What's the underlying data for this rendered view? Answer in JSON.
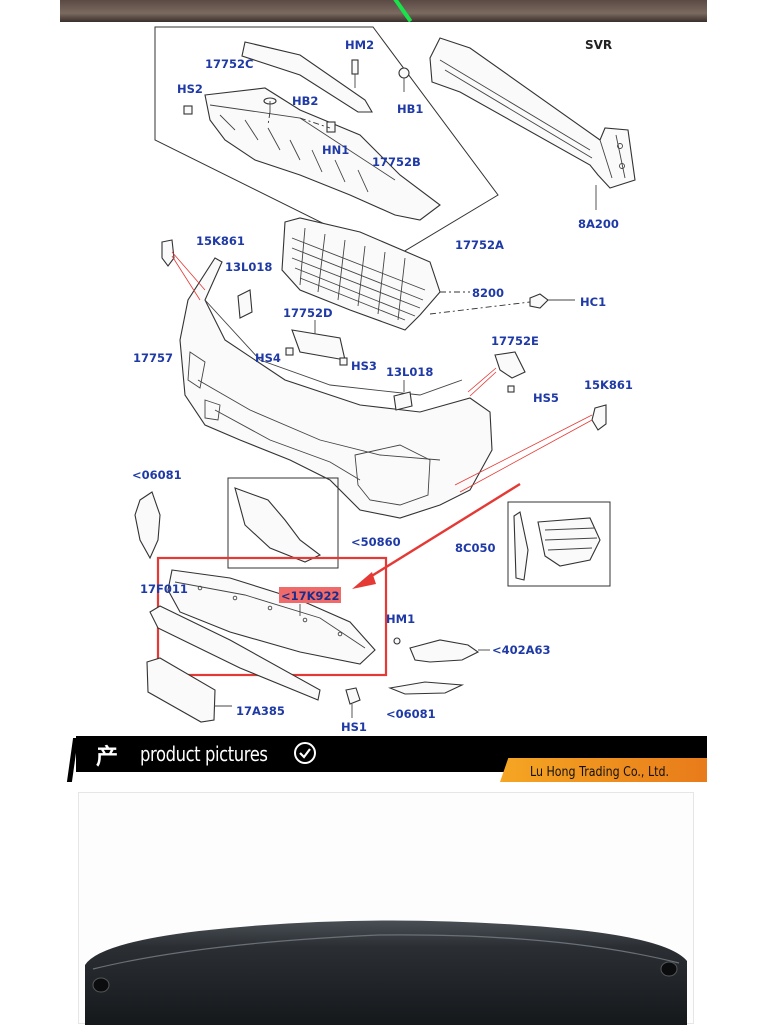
{
  "labels": {
    "svr": "SVR",
    "p17752C": "17752C",
    "hm2": "HM2",
    "hs2": "HS2",
    "hb2": "HB2",
    "hb1": "HB1",
    "hn1": "HN1",
    "p17752B": "17752B",
    "p17752A": "17752A",
    "p8A200": "8A200",
    "p15K861_top": "15K861",
    "p13L018_top": "13L018",
    "p8200": "8200",
    "hc1": "HC1",
    "p17752D": "17752D",
    "p17757": "17757",
    "hs4": "HS4",
    "hs3": "HS3",
    "p17752E": "17752E",
    "p13L018_mid": "13L018",
    "hs5": "HS5",
    "p15K861_right": "15K861",
    "p06081_top": "<06081",
    "p50860": "<50860",
    "p8C050": "8C050",
    "p17F011": "17F011",
    "p17K922": "<17K922",
    "hm1": "HM1",
    "p402A63": "<402A63",
    "p17A385": "17A385",
    "p06081_bottom": "<06081",
    "hs1": "HS1"
  },
  "banner": {
    "chinese": "产",
    "title": "product pictures",
    "company": "Lu Hong Trading Co., Ltd."
  },
  "colors": {
    "label_blue": "#1f3aa6",
    "highlight_red": "#e53935",
    "banner_black": "#000000",
    "banner_orange": "#f5a623"
  },
  "icons": {
    "check": "check-circle-icon"
  }
}
